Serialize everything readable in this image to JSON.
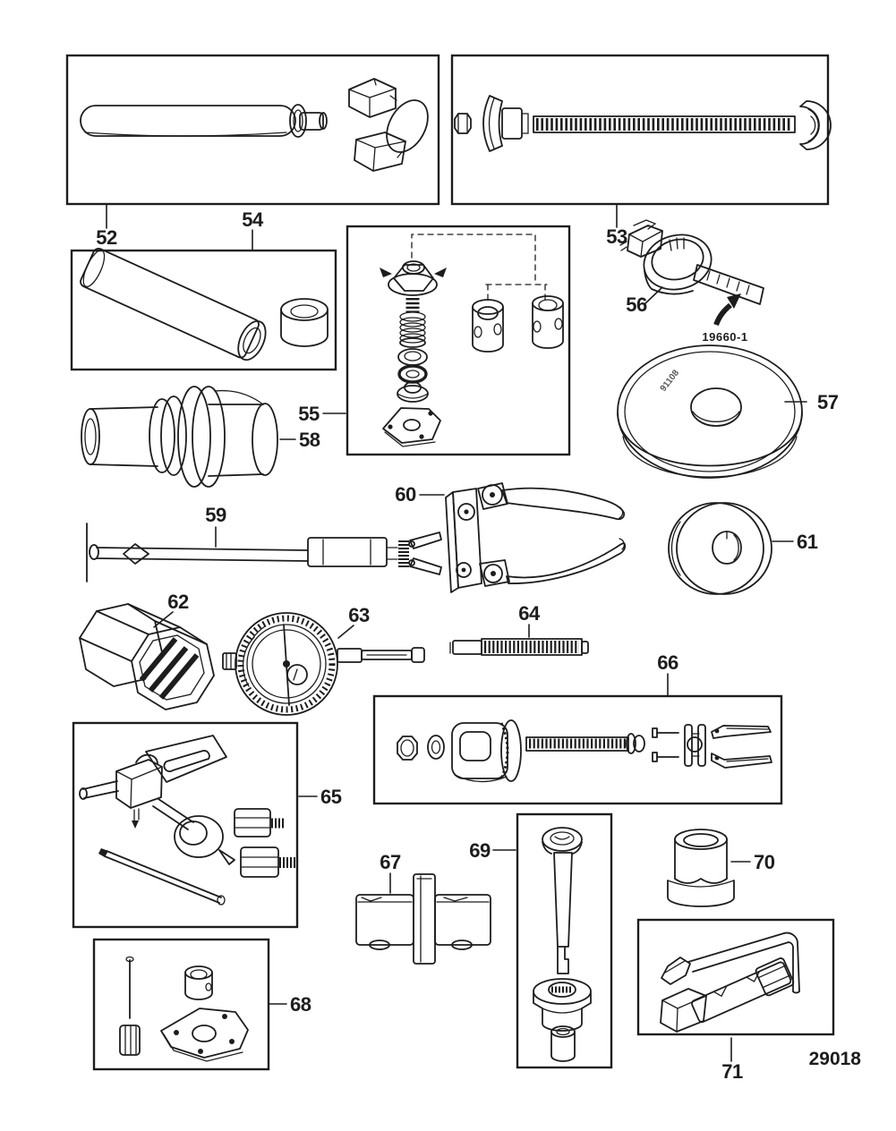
{
  "figure": {
    "type": "exploded-parts-tools-diagram",
    "drawing_number": "29018",
    "special_labels": {
      "band_part_number": "19660-1",
      "disc_stamp": "91108"
    },
    "callouts": {
      "c52": "52",
      "c53": "53",
      "c54": "54",
      "c55": "55",
      "c56": "56",
      "c57": "57",
      "c58": "58",
      "c59": "59",
      "c60": "60",
      "c61": "61",
      "c62": "62",
      "c63": "63",
      "c64": "64",
      "c65": "65",
      "c66": "66",
      "c67": "67",
      "c68": "68",
      "c69": "69",
      "c70": "70",
      "c71": "71"
    },
    "items": [
      {
        "callout": "52",
        "name": "drive-rod-and-adapter-blocks-kit"
      },
      {
        "callout": "53",
        "name": "threaded-puller-rod-nut-and-washer-kit"
      },
      {
        "callout": "54",
        "name": "sleeve-and-bushing-kit"
      },
      {
        "callout": "55",
        "name": "bolt-spring-washers-and-plate-kit"
      },
      {
        "callout": "56",
        "name": "hose-clamp-with-marked-band"
      },
      {
        "callout": "57",
        "name": "bearing-driver-cup"
      },
      {
        "callout": "58",
        "name": "stepped-bearing-driver"
      },
      {
        "callout": "59",
        "name": "t-handle-slide-hammer-puller"
      },
      {
        "callout": "60",
        "name": "two-jaw-puller"
      },
      {
        "callout": "61",
        "name": "driver-disc"
      },
      {
        "callout": "62",
        "name": "octagonal-spline-socket"
      },
      {
        "callout": "63",
        "name": "dial-indicator"
      },
      {
        "callout": "64",
        "name": "threaded-stud"
      },
      {
        "callout": "65",
        "name": "dial-indicator-bracket-kit"
      },
      {
        "callout": "66",
        "name": "puller-yoke-rod-and-jaws-kit"
      },
      {
        "callout": "67",
        "name": "flanged-spacer-tool"
      },
      {
        "callout": "68",
        "name": "pin-sleeve-and-plate-kit"
      },
      {
        "callout": "69",
        "name": "pin-and-driver-cup-kit"
      },
      {
        "callout": "70",
        "name": "stepped-socket-adapter"
      },
      {
        "callout": "71",
        "name": "screwdriver-and-socket-wrench-kit"
      }
    ]
  }
}
